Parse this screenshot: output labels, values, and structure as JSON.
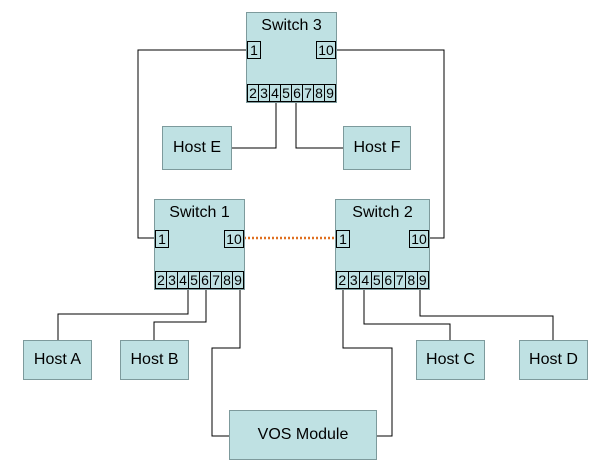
{
  "diagram": {
    "switches": {
      "switch3": {
        "title": "Switch 3",
        "port_left": "1",
        "port_right": "10",
        "bottom_ports": [
          "2",
          "3",
          "4",
          "5",
          "6",
          "7",
          "8",
          "9"
        ]
      },
      "switch1": {
        "title": "Switch 1",
        "port_left": "1",
        "port_right": "10",
        "bottom_ports": [
          "2",
          "3",
          "4",
          "5",
          "6",
          "7",
          "8",
          "9"
        ]
      },
      "switch2": {
        "title": "Switch 2",
        "port_left": "1",
        "port_right": "10",
        "bottom_ports": [
          "2",
          "3",
          "4",
          "5",
          "6",
          "7",
          "8",
          "9"
        ]
      }
    },
    "hosts": {
      "host_a": "Host A",
      "host_b": "Host B",
      "host_c": "Host C",
      "host_d": "Host D",
      "host_e": "Host E",
      "host_f": "Host F"
    },
    "vos_module": "VOS Module",
    "colors": {
      "node_fill": "#bfe1e3",
      "node_border": "#7d9a9c",
      "link": "#000000",
      "inter_switch_link": "#e07020"
    }
  }
}
